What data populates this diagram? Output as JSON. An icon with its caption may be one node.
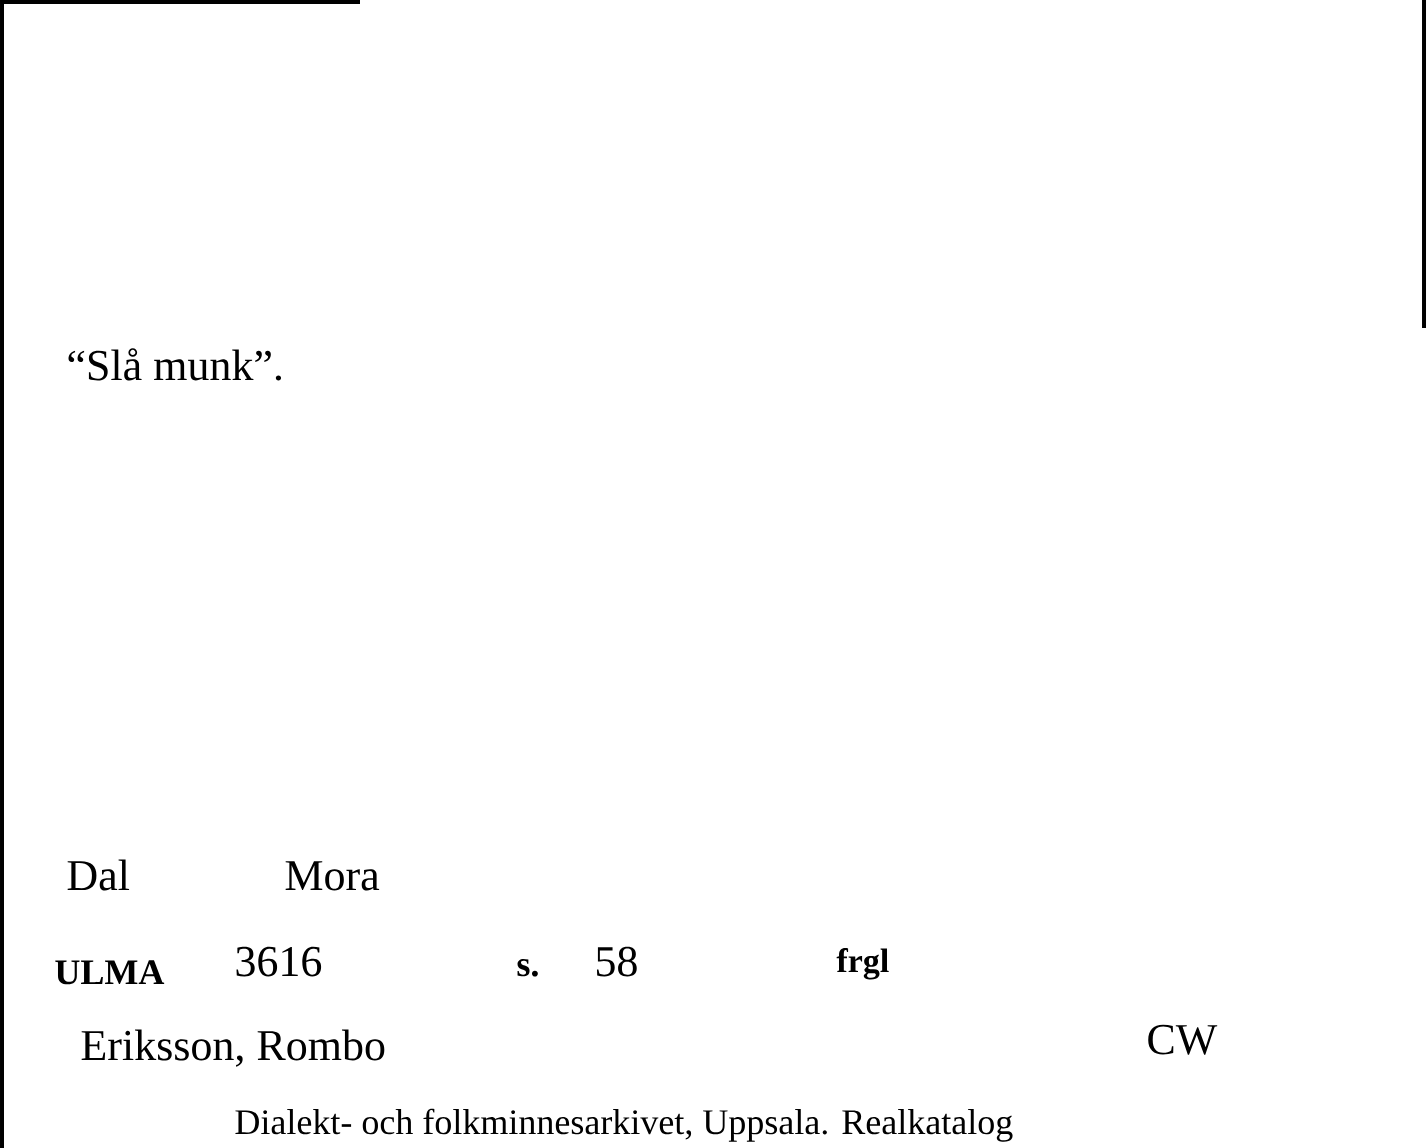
{
  "diagram": {
    "labels": [
      "“Slå munk”.",
      "Dal",
      "Mora",
      "ULMA",
      "3616",
      "s.",
      "58",
      "frgl",
      "Eriksson, Rombo",
      "CW",
      "Dialekt- och folkminnesarkivet, Uppsala. Realkatalog"
    ]
  }
}
